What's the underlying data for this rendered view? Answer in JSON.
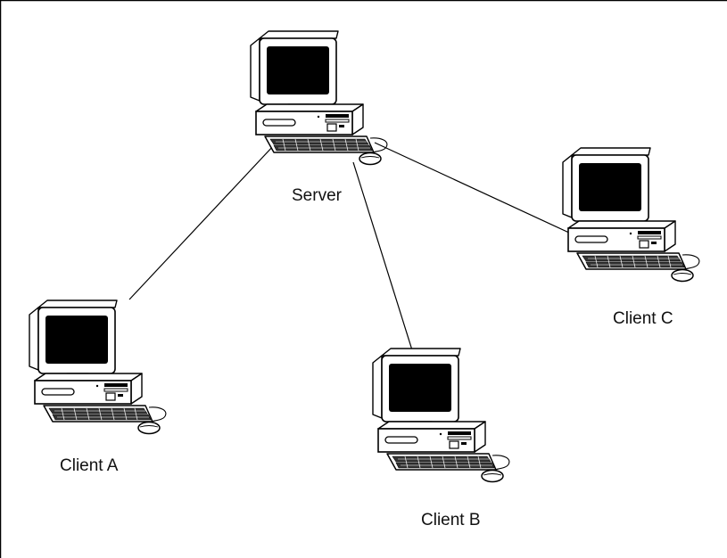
{
  "diagram": {
    "nodes": {
      "server": {
        "label": "Server"
      },
      "client_a": {
        "label": "Client A"
      },
      "client_b": {
        "label": "Client B"
      },
      "client_c": {
        "label": "Client C"
      }
    },
    "links": [
      {
        "from": "server",
        "to": "client_a"
      },
      {
        "from": "server",
        "to": "client_b"
      },
      {
        "from": "server",
        "to": "client_c"
      }
    ],
    "colors": {
      "line": "#000000",
      "screen": "#000000",
      "casing": "#ffffff",
      "border": "#000000"
    }
  }
}
